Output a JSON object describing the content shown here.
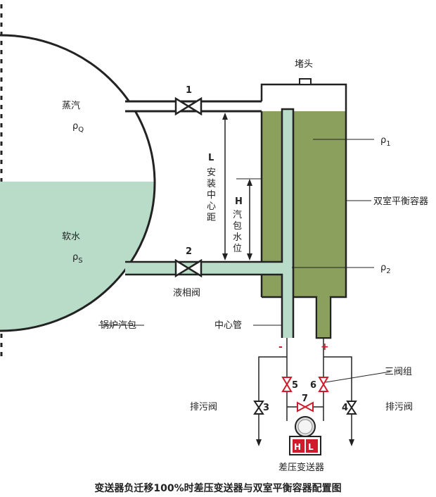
{
  "labels": {
    "plug": "堵头",
    "steam": "蒸汽",
    "rho_q": "ρ",
    "rho_q_sub": "Q",
    "soft_water": "软水",
    "rho_s": "ρ",
    "rho_s_sub": "S",
    "boiler_drum": "锅炉汽包",
    "rho_1": "ρ",
    "rho_1_sub": "1",
    "rho_2": "ρ",
    "rho_2_sub": "2",
    "dual_chamber": "双室平衡容器",
    "L": "L",
    "L_desc": [
      "安",
      "装",
      "中",
      "心",
      "距"
    ],
    "H": "H",
    "H_desc": [
      "汽",
      "包",
      "水",
      "位"
    ],
    "liquid_valve": "液相阀",
    "center_tube": "中心管",
    "three_valve": "三阀组",
    "drain_valve_left": "排污阀",
    "drain_valve_right": "排污阀",
    "transmitter": "差压变送器",
    "H_port": "H",
    "L_port": "L",
    "minus": "-",
    "plus": "+"
  },
  "valves": {
    "v1": "1",
    "v2": "2",
    "v3": "3",
    "v4": "4",
    "v5": "5",
    "v6": "6",
    "v7": "7"
  },
  "caption": "变送器负迁移100%时差压变送器与双室平衡容器配置图",
  "colors": {
    "water": "#b8dcc8",
    "steam_chamber": "#8aa05c",
    "outline": "#222222",
    "valve_red": "#d01c2a"
  }
}
